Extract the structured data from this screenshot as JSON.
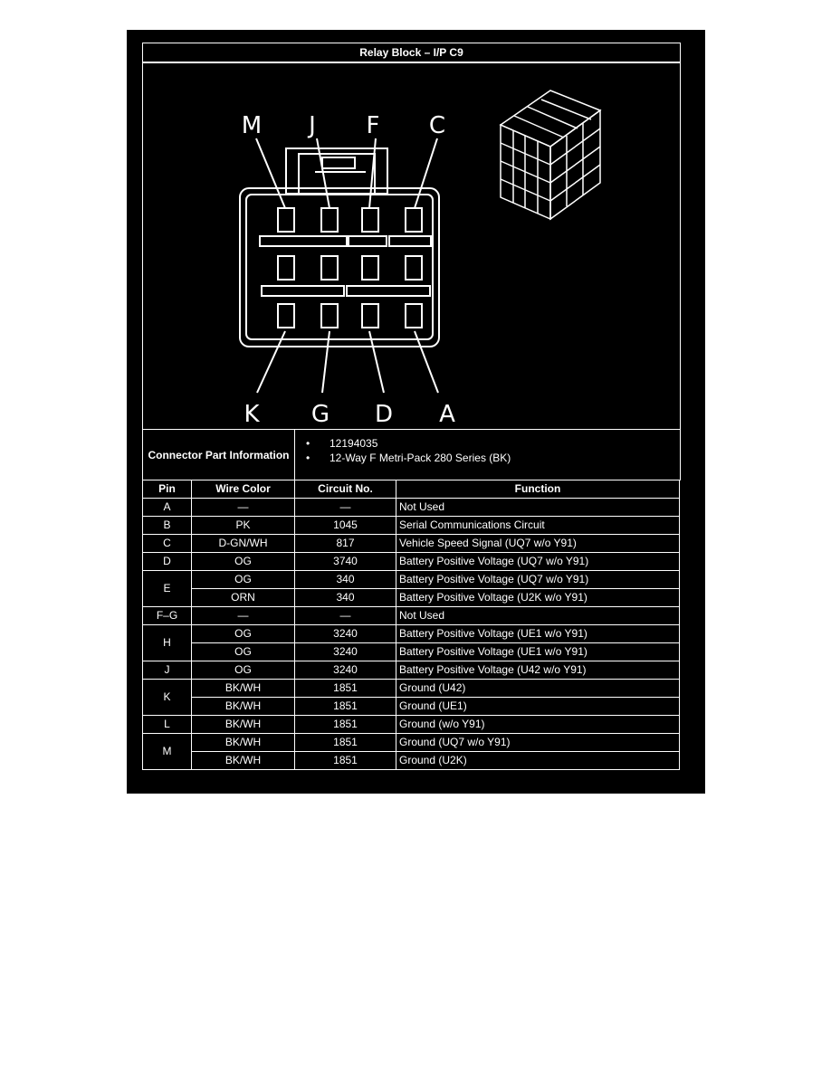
{
  "title": "Relay Block – I/P C9",
  "diagram": {
    "top_labels": [
      "M",
      "J",
      "F",
      "C"
    ],
    "bottom_labels": [
      "K",
      "G",
      "D",
      "A"
    ]
  },
  "connector_part_information": {
    "label": "Connector Part Information",
    "items": [
      "12194035",
      "12-Way F Metri-Pack 280 Series (BK)"
    ]
  },
  "table": {
    "headers": [
      "Pin",
      "Wire Color",
      "Circuit No.",
      "Function"
    ],
    "groups": [
      {
        "pin": "A",
        "rows": [
          {
            "wire": "—",
            "circuit": "—",
            "function": "Not Used"
          }
        ]
      },
      {
        "pin": "B",
        "rows": [
          {
            "wire": "PK",
            "circuit": "1045",
            "function": "Serial Communications Circuit"
          }
        ]
      },
      {
        "pin": "C",
        "rows": [
          {
            "wire": "D-GN/WH",
            "circuit": "817",
            "function": "Vehicle Speed Signal (UQ7 w/o Y91)"
          }
        ]
      },
      {
        "pin": "D",
        "rows": [
          {
            "wire": "OG",
            "circuit": "3740",
            "function": "Battery Positive Voltage (UQ7 w/o Y91)"
          }
        ]
      },
      {
        "pin": "E",
        "rows": [
          {
            "wire": "OG",
            "circuit": "340",
            "function": "Battery Positive Voltage (UQ7 w/o Y91)"
          },
          {
            "wire": "ORN",
            "circuit": "340",
            "function": "Battery Positive Voltage (U2K w/o Y91)"
          }
        ]
      },
      {
        "pin": "F–G",
        "rows": [
          {
            "wire": "—",
            "circuit": "—",
            "function": "Not Used"
          }
        ]
      },
      {
        "pin": "H",
        "rows": [
          {
            "wire": "OG",
            "circuit": "3240",
            "function": "Battery Positive Voltage (UE1 w/o Y91)"
          },
          {
            "wire": "OG",
            "circuit": "3240",
            "function": "Battery Positive Voltage (UE1 w/o Y91)"
          }
        ]
      },
      {
        "pin": "J",
        "rows": [
          {
            "wire": "OG",
            "circuit": "3240",
            "function": "Battery Positive Voltage (U42 w/o Y91)"
          }
        ]
      },
      {
        "pin": "K",
        "rows": [
          {
            "wire": "BK/WH",
            "circuit": "1851",
            "function": "Ground (U42)"
          },
          {
            "wire": "BK/WH",
            "circuit": "1851",
            "function": "Ground (UE1)"
          }
        ]
      },
      {
        "pin": "L",
        "rows": [
          {
            "wire": "BK/WH",
            "circuit": "1851",
            "function": "Ground (w/o Y91)"
          }
        ]
      },
      {
        "pin": "M",
        "rows": [
          {
            "wire": "BK/WH",
            "circuit": "1851",
            "function": "Ground (UQ7 w/o Y91)"
          },
          {
            "wire": "BK/WH",
            "circuit": "1851",
            "function": "Ground (U2K)"
          }
        ]
      }
    ]
  }
}
